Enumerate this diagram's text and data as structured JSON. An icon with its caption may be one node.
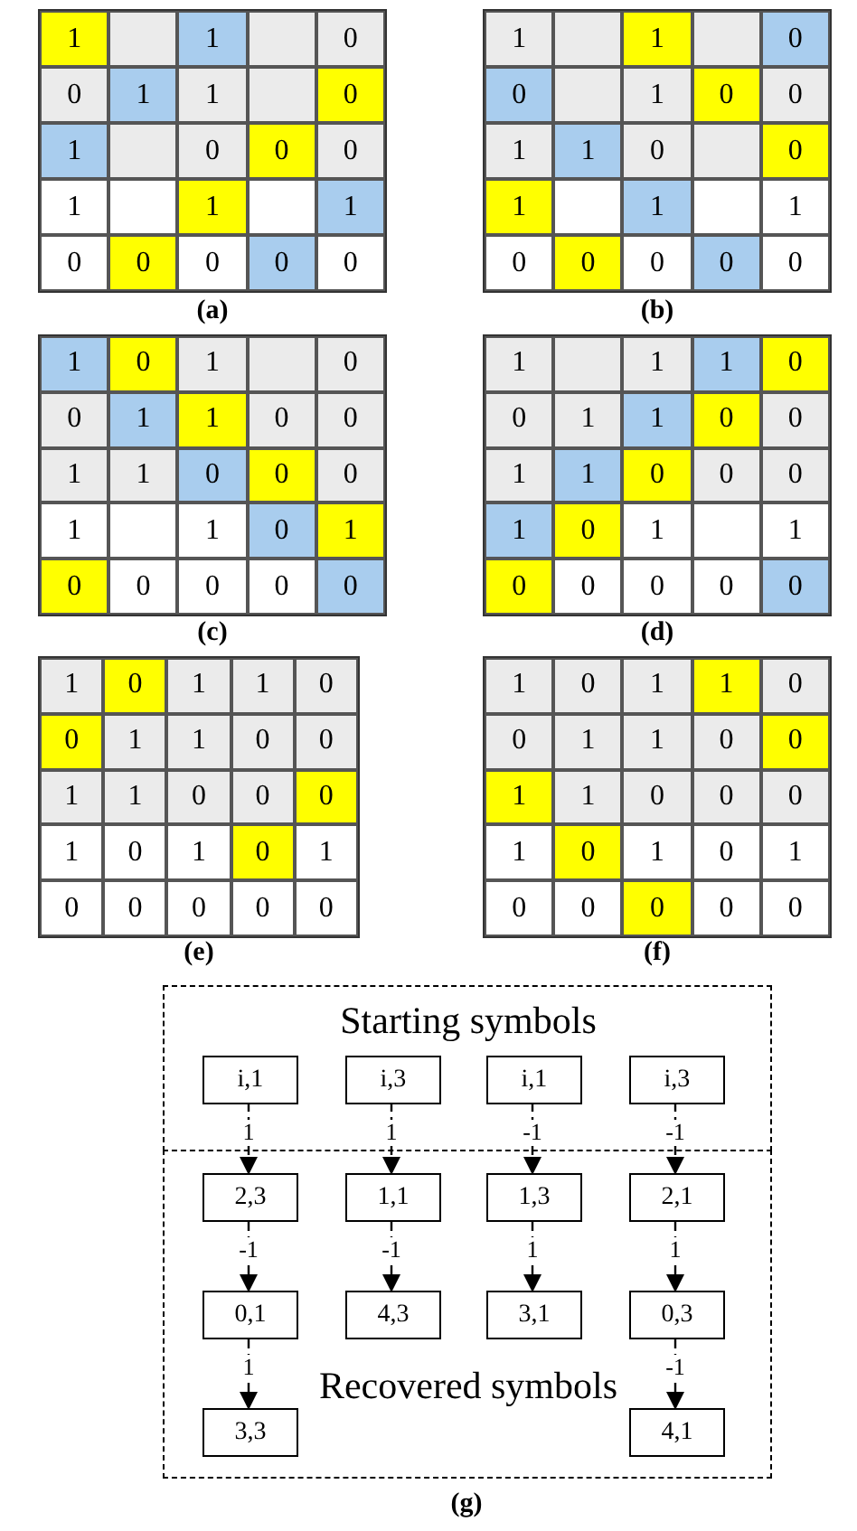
{
  "diagram": {
    "nodes": [
      {
        "text": [
          "Starting symbols"
        ]
      },
      {
        "text": [
          "i,1"
        ],
        "in": 0
      },
      {
        "text": [
          "i,3"
        ],
        "in": 0
      },
      {
        "text": [
          "i,1"
        ],
        "in": 0
      },
      {
        "text": [
          "i,3"
        ],
        "in": 0
      },
      {
        "text": [
          "Recovered symbols"
        ]
      },
      {
        "text": [
          "2,3"
        ],
        "in": 5
      },
      {
        "text": [
          "1,1"
        ],
        "in": 5
      },
      {
        "text": [
          "1,3"
        ],
        "in": 5
      },
      {
        "text": [
          "2,1"
        ],
        "in": 5
      },
      {
        "text": [
          "0,1"
        ],
        "in": 5
      },
      {
        "text": [
          "4,3"
        ],
        "in": 5
      },
      {
        "text": [
          "3,1"
        ],
        "in": 5
      },
      {
        "text": [
          "0,3"
        ],
        "in": 5
      },
      {
        "text": [
          "3,3"
        ],
        "in": 5
      },
      {
        "text": [
          "4,1"
        ],
        "in": 5
      }
    ],
    "edges": [
      {
        "from": 1,
        "to": 6,
        "arrow": "to",
        "label": "1",
        "style": "dashed"
      },
      {
        "from": 2,
        "to": 7,
        "arrow": "to",
        "label": "1",
        "style": "dashed"
      },
      {
        "from": 3,
        "to": 8,
        "arrow": "to",
        "label": "-1",
        "style": "dashed"
      },
      {
        "from": 4,
        "to": 9,
        "arrow": "to",
        "label": "-1",
        "style": "dashed"
      },
      {
        "from": 6,
        "to": 10,
        "arrow": "to",
        "label": "-1",
        "style": "dashed"
      },
      {
        "from": 7,
        "to": 11,
        "arrow": "to",
        "label": "-1",
        "style": "dashed"
      },
      {
        "from": 8,
        "to": 12,
        "arrow": "to",
        "label": "1",
        "style": "dashed"
      },
      {
        "from": 9,
        "to": 13,
        "arrow": "to",
        "label": "1",
        "style": "dashed"
      },
      {
        "from": 10,
        "to": 14,
        "arrow": "to",
        "label": "1",
        "style": "dashed"
      },
      {
        "from": 13,
        "to": 15,
        "arrow": "to",
        "label": "-1",
        "style": "dashed"
      }
    ],
    "labels": [
      "1",
      "1",
      "0",
      "0",
      "1",
      "1",
      "0",
      "1",
      "0",
      "0",
      "0",
      "1",
      "1",
      "1",
      "0",
      "0",
      "0",
      "0",
      "0",
      "(a)",
      "1",
      "1",
      "0",
      "0",
      "1",
      "0",
      "0",
      "1",
      "1",
      "0",
      "0",
      "1",
      "1",
      "1",
      "0",
      "0",
      "0",
      "0",
      "0",
      "(b)",
      "1",
      "0",
      "1",
      "0",
      "0",
      "1",
      "1",
      "0",
      "0",
      "1",
      "1",
      "0",
      "0",
      "0",
      "1",
      "1",
      "0",
      "1",
      "0",
      "0",
      "0",
      "0",
      "0",
      "(c)",
      "1",
      "1",
      "1",
      "0",
      "0",
      "1",
      "1",
      "0",
      "0",
      "1",
      "1",
      "0",
      "0",
      "0",
      "1",
      "0",
      "1",
      "1",
      "0",
      "0",
      "0",
      "0",
      "0",
      "(d)",
      "1",
      "0",
      "1",
      "1",
      "0",
      "0",
      "1",
      "1",
      "0",
      "0",
      "1",
      "1",
      "0",
      "0",
      "0",
      "1",
      "0",
      "1",
      "0",
      "1",
      "0",
      "0",
      "0",
      "0",
      "0",
      "(e)",
      "1",
      "0",
      "1",
      "1",
      "0",
      "0",
      "1",
      "1",
      "0",
      "0",
      "1",
      "1",
      "0",
      "0",
      "0",
      "1",
      "0",
      "1",
      "0",
      "1",
      "0",
      "0",
      "0",
      "0",
      "0",
      "(f)",
      "(g)"
    ]
  }
}
